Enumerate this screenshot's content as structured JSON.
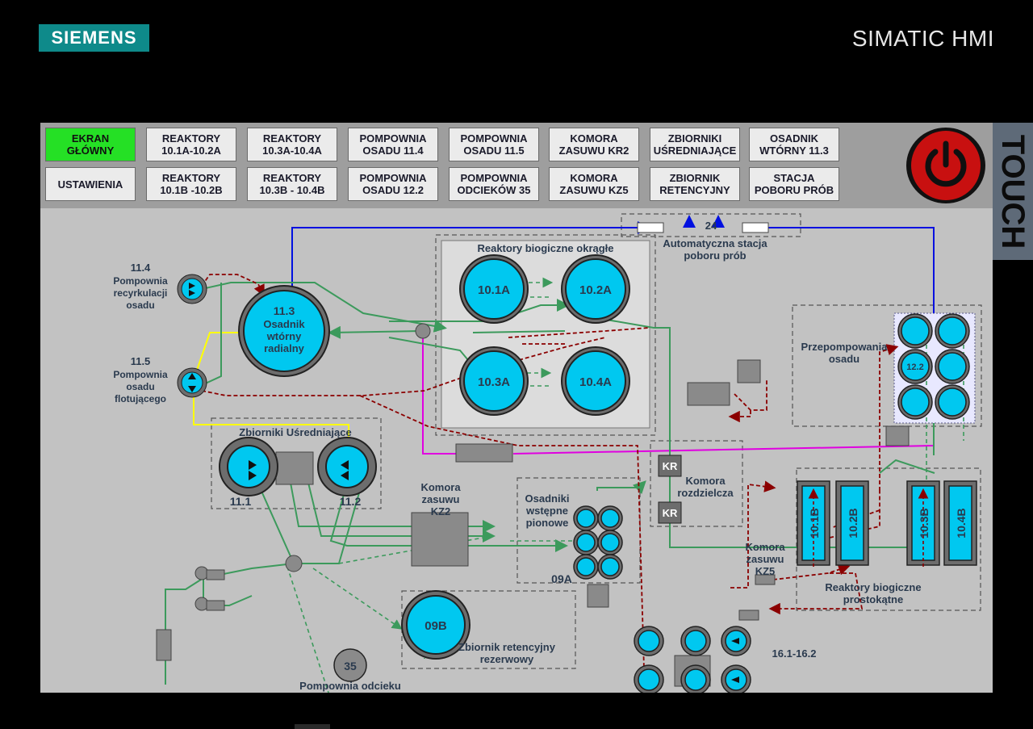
{
  "header": {
    "brand": "SIEMENS",
    "product": "SIMATIC HMI",
    "side_label": "TOUCH"
  },
  "nav": {
    "row1": [
      "EKRAN\nGŁÓWNY",
      "REAKTORY\n10.1A-10.2A",
      "REAKTORY\n10.3A-10.4A",
      "POMPOWNIA\nOSADU 11.4",
      "POMPOWNIA\nOSADU 11.5",
      "KOMORA\nZASUWU KR2",
      "ZBIORNIKI\nUŚREDNIAJĄCE",
      "OSADNIK\nWTÓRNY 11.3"
    ],
    "row2": [
      "USTAWIENIA",
      "REAKTORY\n10.1B -10.2B",
      "REAKTORY\n10.3B - 10.4B",
      "POMPOWNIA\nOSADU 12.2",
      "POMPOWNIA\nODCIEKÓW 35",
      "KOMORA\nZASUWU KZ5",
      "ZBIORNIK\nRETENCYJNY",
      "STACJA\nPOBORU PRÓB"
    ],
    "active": "EKRAN\nGŁÓWNY"
  },
  "diagram": {
    "colors": {
      "water": "#00c8f0",
      "sludge_green": "#3c9a5c",
      "sludge_red": "#8b0000",
      "blue_line": "#0010e0",
      "magenta_line": "#e000e0",
      "yellow_line": "#ffff00"
    },
    "sample_station": {
      "id": "24",
      "name": "Automatyczna stacja\npoboru prób"
    },
    "pump_114": {
      "id": "11.4",
      "name": "Pompownia\nrecyrkulacji\nosadu"
    },
    "pump_115": {
      "id": "11.5",
      "name": "Pompownia\nosadu\nflotującego"
    },
    "clarifier_113": {
      "id": "11.3",
      "name": "Osadnik\nwtórny\nradialny"
    },
    "round_reactors": {
      "title": "Reaktory biogiczne okrągłe",
      "items": [
        "10.1A",
        "10.2A",
        "10.3A",
        "10.4A"
      ]
    },
    "equalization": {
      "title": "Zbiorniki Uśredniające",
      "items": [
        "11.1",
        "11.2"
      ]
    },
    "pumping_122": {
      "title": "Przepompowania\nosadu",
      "id": "12.2"
    },
    "kr_chamber": {
      "label": "KR",
      "name": "Komora\nrozdzielcza"
    },
    "kz2": {
      "name": "Komora\nzasuwu\nKZ2"
    },
    "primary_settlers": {
      "title": "Osadniki\nwstępne\npionowe",
      "id": "09A"
    },
    "kz5": {
      "name": "Komora\nzasuwu\nKZ5"
    },
    "rect_reactors": {
      "title": "Reaktory biogiczne\nprostokątne",
      "items": [
        "10.1B",
        "10.2B",
        "10.3B",
        "10.4B"
      ]
    },
    "retention": {
      "id": "09B",
      "name": "Zbiornik retencyjny\nrezerwowy"
    },
    "pump_35": {
      "id": "35",
      "name": "Pompownia odcieku"
    },
    "pumps_16": {
      "name": "16.1-16.2"
    }
  }
}
